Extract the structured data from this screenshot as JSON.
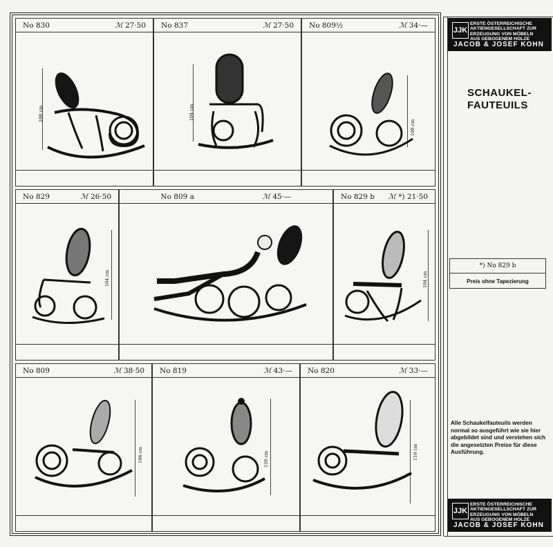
{
  "catalog": {
    "section_title": "SCHAUKEL-\nFAUTEUILS",
    "logo": {
      "mark": "JJK",
      "lines": [
        "ERSTE ÖSTERREICHISCHE",
        "AKTIENGESELLSCHAFT ZUR",
        "ERZEUGUNG VON MÖBELN",
        "AUS GEBOGENEM HOLZE"
      ],
      "brand": "JACOB & JOSEF KOHN"
    },
    "note": {
      "item": "*) No 829 b",
      "text": "Preis ohne Tapezierung"
    },
    "footer_note": "Alle Schaukelfauteuils werden normal so ausgeführt wie sie hier abgebildet sind und verstehen sich die angesetzten Preise für diese Ausführung."
  },
  "items": [
    {
      "no": "No 830",
      "price": "27·50",
      "height": "100 cm"
    },
    {
      "no": "No 837",
      "price": "27·50",
      "height": "104 cm"
    },
    {
      "no": "No 809½",
      "price": "34·—",
      "height": "100 cm"
    },
    {
      "no": "No 829",
      "price": "26·50",
      "height": "104 cm"
    },
    {
      "no": "No 809 a",
      "price": "45·—",
      "height": ""
    },
    {
      "no": "No 829 b",
      "price": "*) 21·50",
      "height": "104 cm"
    },
    {
      "no": "No 809",
      "price": "38·50",
      "height": "106 cm"
    },
    {
      "no": "No 819",
      "price": "43·—",
      "height": "120 cm"
    },
    {
      "no": "No 820",
      "price": "33·—",
      "height": "110 cm"
    }
  ],
  "colors": {
    "ink": "#111111",
    "paper": "#f4f4f2"
  }
}
